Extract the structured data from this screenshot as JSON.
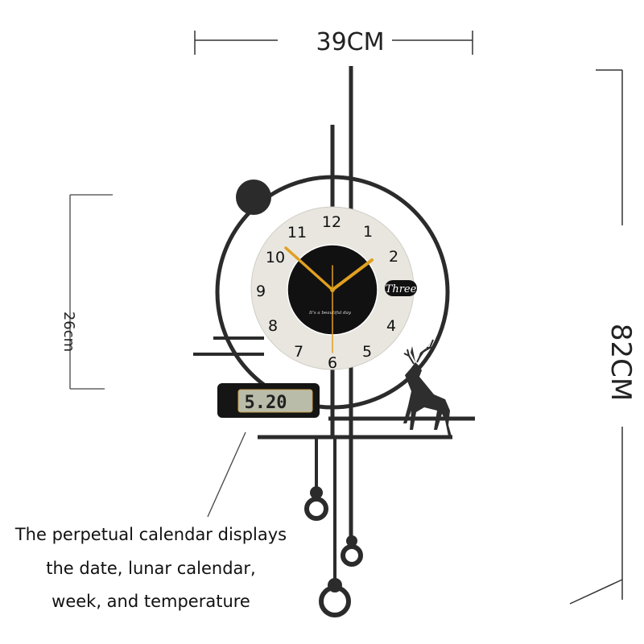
{
  "dimensions": {
    "width_label": "39CM",
    "height_label": "82CM",
    "dial_label": "26cm"
  },
  "clock": {
    "numerals": [
      "12",
      "1",
      "2",
      "4",
      "5",
      "6",
      "7",
      "8",
      "9",
      "10",
      "11"
    ],
    "badge_text": "Three",
    "inner_text": "It's a beautiful day",
    "lcd_reading": "5.20",
    "hand_color": "#e0a020",
    "frame_color": "#2b2b2b",
    "dial_color": "#e8e6df"
  },
  "caption": {
    "lines": [
      "The perpetual calendar displays",
      "the date, lunar calendar,",
      "week, and temperature"
    ]
  }
}
